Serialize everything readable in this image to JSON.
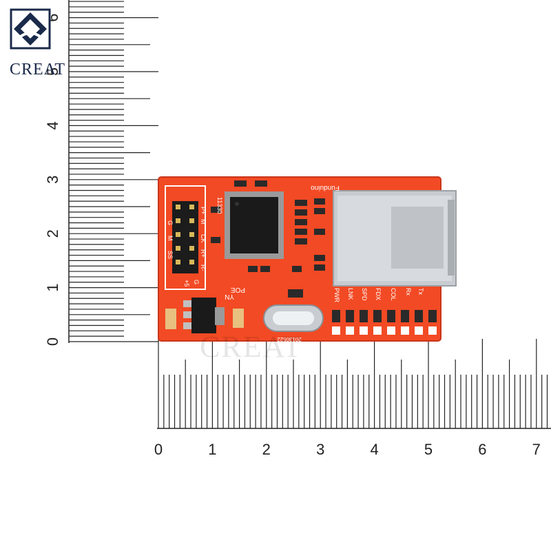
{
  "brand": {
    "name": "CREAT",
    "watermark": "CREAT"
  },
  "ruler_vertical": {
    "labels": [
      "0",
      "1",
      "2",
      "3",
      "4",
      "5",
      "6"
    ]
  },
  "ruler_horizontal": {
    "labels": [
      "0",
      "1",
      "2",
      "3",
      "4",
      "5",
      "6",
      "7"
    ]
  },
  "board": {
    "maker": "Funduino",
    "header_labels": [
      "P+",
      "M",
      "CK",
      "R+",
      "R-",
      "G",
      "M",
      "SS",
      "+5",
      "G"
    ],
    "part_code": "11330",
    "date_code": "20130522",
    "led_labels": [
      "PWR",
      "LNK",
      "SPD",
      "FDX",
      "COL",
      "Rx",
      "Tx"
    ],
    "poe_label": "POE",
    "yn_label": "YN",
    "colors": {
      "pcb": "#f24a24",
      "chip": "#1a1a1a",
      "jack": "#c8ccd0",
      "crystal": "#d9dde0"
    }
  }
}
